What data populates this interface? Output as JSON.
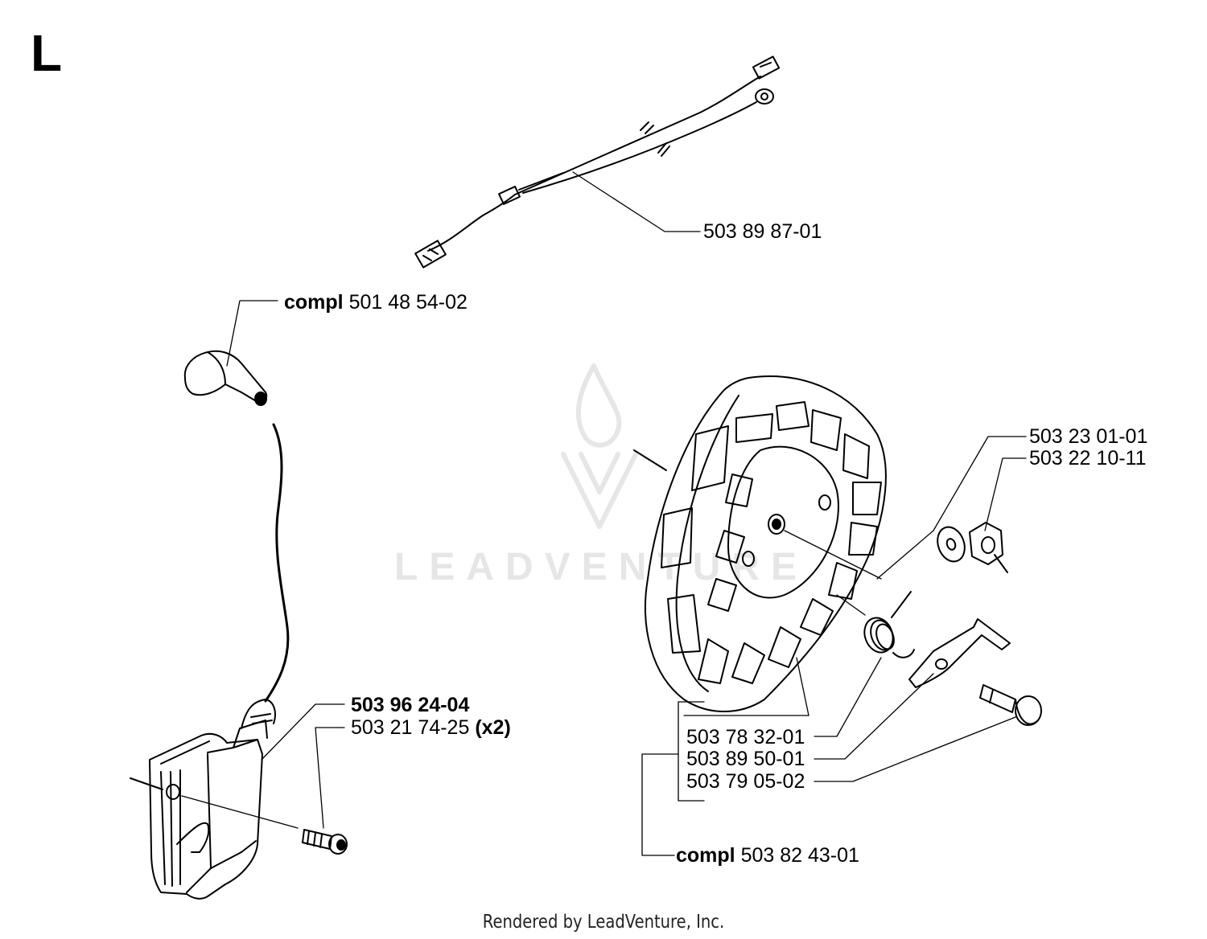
{
  "section_letter": "L",
  "watermark": "LEADVENTURE",
  "footer": "Rendered by LeadVenture, Inc.",
  "labels": {
    "wire_harness": {
      "number": "503 89 87-01"
    },
    "spark_cap": {
      "prefix": "compl",
      "number": "501 48 54-02"
    },
    "washer": {
      "number": "503 23 01-01"
    },
    "nut": {
      "number": "503 22 10-11"
    },
    "ignition_module": {
      "number": "503 96 24-04"
    },
    "module_screw": {
      "number": "503 21 74-25",
      "suffix": "(x2)"
    },
    "flywheel": {
      "number": "503 78 32-01"
    },
    "pawl": {
      "number": "503 89 50-01"
    },
    "pin": {
      "number": "503 79 05-02"
    },
    "flywheel_compl": {
      "prefix": "compl",
      "number": "503 82 43-01"
    }
  },
  "colors": {
    "ink": "#000000",
    "watermark": "#e6e6e6"
  }
}
